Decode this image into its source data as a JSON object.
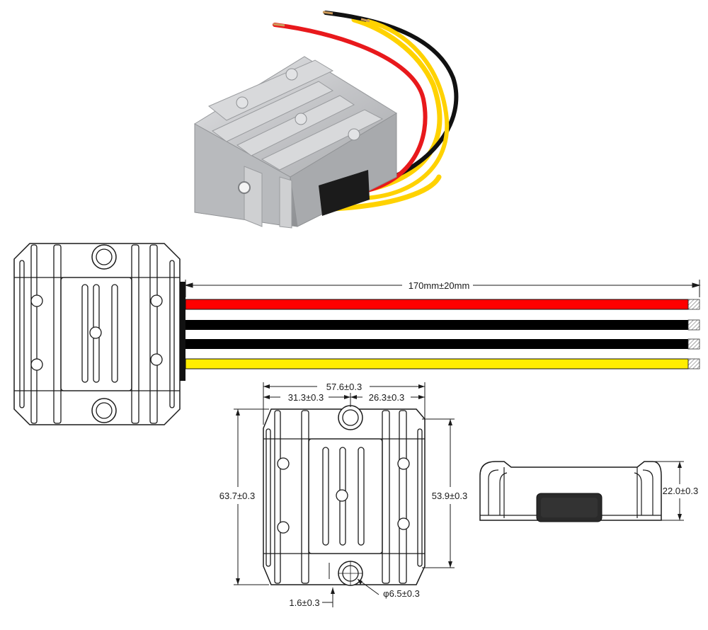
{
  "dimensions": {
    "wire_length": "170mm±20mm",
    "total_width": "57.6±0.3",
    "left_segment": "31.3±0.3",
    "right_segment": "26.3±0.3",
    "total_height": "63.7±0.3",
    "body_height": "53.9±0.3",
    "side_height": "22.0±0.3",
    "base_thickness": "1.6±0.3",
    "hole_diameter": "φ6.5±0.3"
  },
  "colors": {
    "wire_red": "#ff0000",
    "wire_black": "#000000",
    "wire_yellow": "#ffee00",
    "aluminum": "#c9cacc",
    "line": "#1a1a1a"
  }
}
